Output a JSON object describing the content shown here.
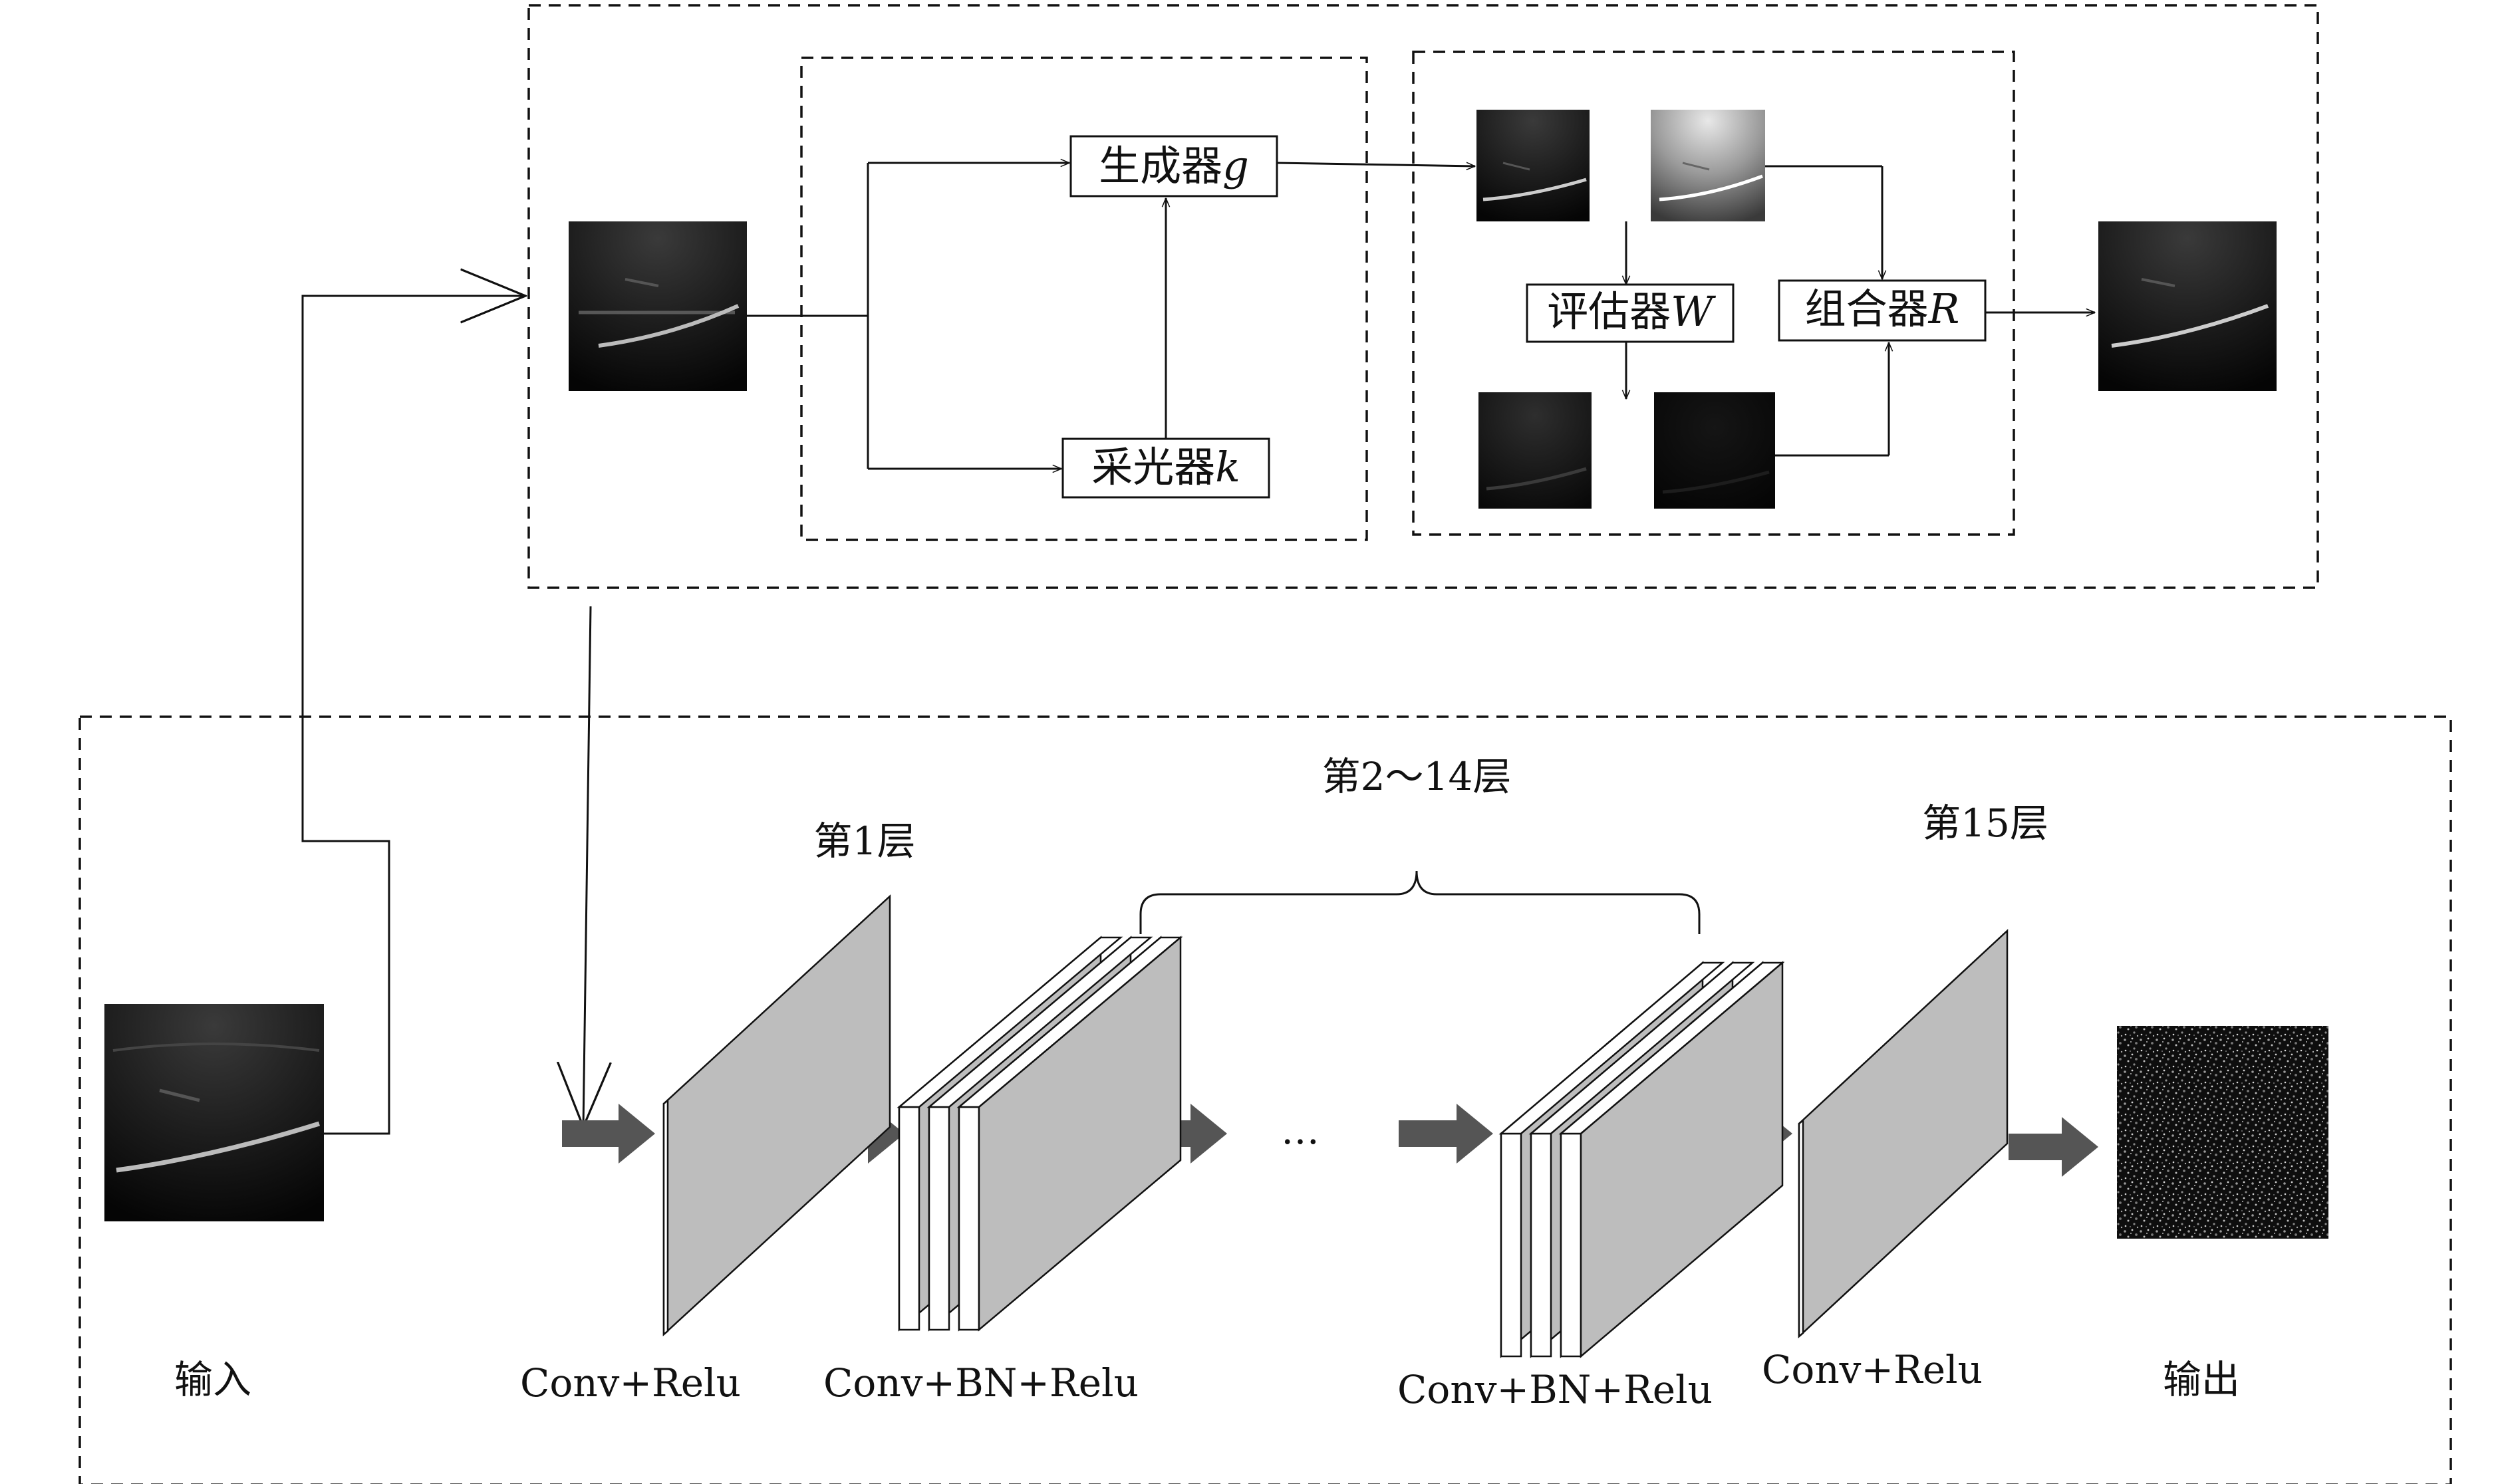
{
  "pipeline_top": {
    "generator": {
      "label": "生成器",
      "symbol": "g"
    },
    "sampler": {
      "label": "采光器",
      "symbol": "k"
    },
    "evaluator": {
      "label": "评估器",
      "symbol": "W"
    },
    "combiner": {
      "label": "组合器",
      "symbol": "R"
    }
  },
  "network": {
    "layer_1_label": "第1层",
    "layers_mid_label": "第2～14层",
    "layer_15_label": "第15层",
    "ellipsis": "…",
    "captions": {
      "input": "输入",
      "conv_relu_1": "Conv+Relu",
      "conv_bn_relu_a": "Conv+BN+Relu",
      "conv_bn_relu_b": "Conv+BN+Relu",
      "conv_relu_15": "Conv+Relu",
      "output": "输出"
    }
  },
  "colors": {
    "line": "#111111",
    "layer_fill": "#bdbdbd",
    "arrow_fill": "#555555",
    "image_dark": "#0b0b0b"
  }
}
